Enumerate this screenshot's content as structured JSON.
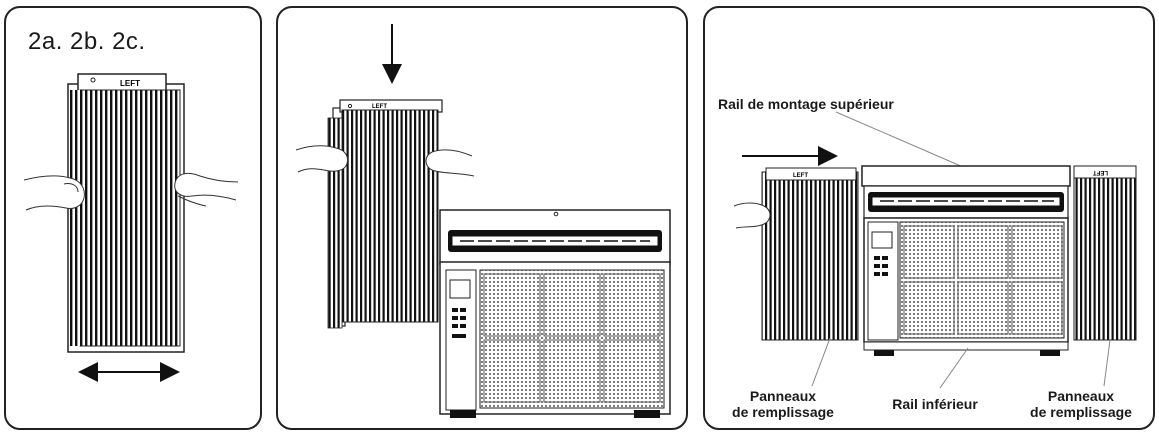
{
  "step_label": "2a. 2b. 2c.",
  "panel_tag_left": "LEFT",
  "panel_tag_right": "LEFT",
  "labels": {
    "top_rail": "Rail de montage supérieur",
    "fill_panels_left_line1": "Panneaux",
    "fill_panels_left_line2": "de remplissage",
    "bottom_rail": "Rail inférieur",
    "fill_panels_right_line1": "Panneaux",
    "fill_panels_right_line2": "de remplissage"
  }
}
